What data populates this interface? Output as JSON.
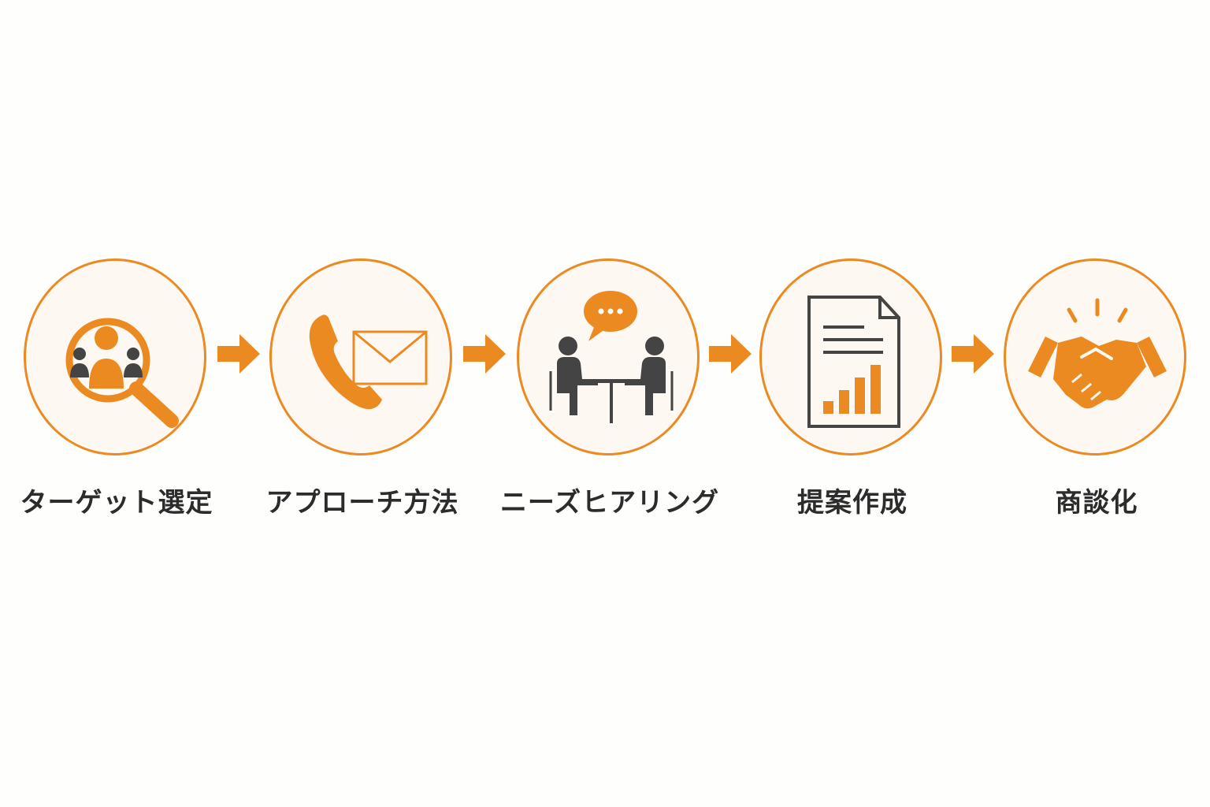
{
  "steps": [
    {
      "label": "ターゲット選定",
      "icon": "magnifier-people-icon"
    },
    {
      "label": "アプローチ方法",
      "icon": "phone-mail-icon"
    },
    {
      "label": "ニーズヒアリング",
      "icon": "meeting-chat-icon"
    },
    {
      "label": "提案作成",
      "icon": "document-chart-icon"
    },
    {
      "label": "商談化",
      "icon": "handshake-icon"
    }
  ],
  "colors": {
    "accent": "#ec8a22",
    "dark": "#444444",
    "circle_fill": "#fdf9f2",
    "text": "#2c2c2c"
  }
}
